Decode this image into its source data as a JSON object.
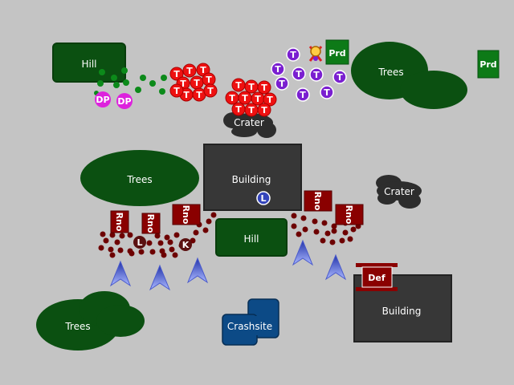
{
  "map": {
    "terrain": {
      "hill_top_left": "Hill",
      "hill_center": "Hill",
      "trees_top_right": "Trees",
      "trees_center_left": "Trees",
      "trees_bottom_left": "Trees",
      "building_center": "Building",
      "building_bottom_right": "Building",
      "crater_top": "Crater",
      "crater_right": "Crater",
      "crashsite": "Crashsite"
    },
    "markers": {
      "dp": "DP",
      "tango": "T",
      "prd": "Prd",
      "rno": "Rno",
      "def": "Def",
      "l": "L",
      "k": "K"
    },
    "colors": {
      "background": "#c4c4c4",
      "terrain_green": "#0b5011",
      "building_gray": "#373737",
      "crater_gray": "#2d2d2d",
      "crashsite_blue": "#0c4a86",
      "hostile_red": "#ee1111",
      "purple_unit": "#7a1fd0",
      "dp_magenta": "#dd22dd",
      "prd_green": "#0d7a17",
      "rno_darkred": "#8a0000",
      "friendly_dot": "#6d0000",
      "friendly_marker": "#5a1010",
      "chevron_blue": "#4a5acc",
      "small_green": "#0c8a1a"
    },
    "icons": {
      "chevron": "up-arrow-chevron-icon",
      "target": "crossed-target-icon"
    }
  }
}
